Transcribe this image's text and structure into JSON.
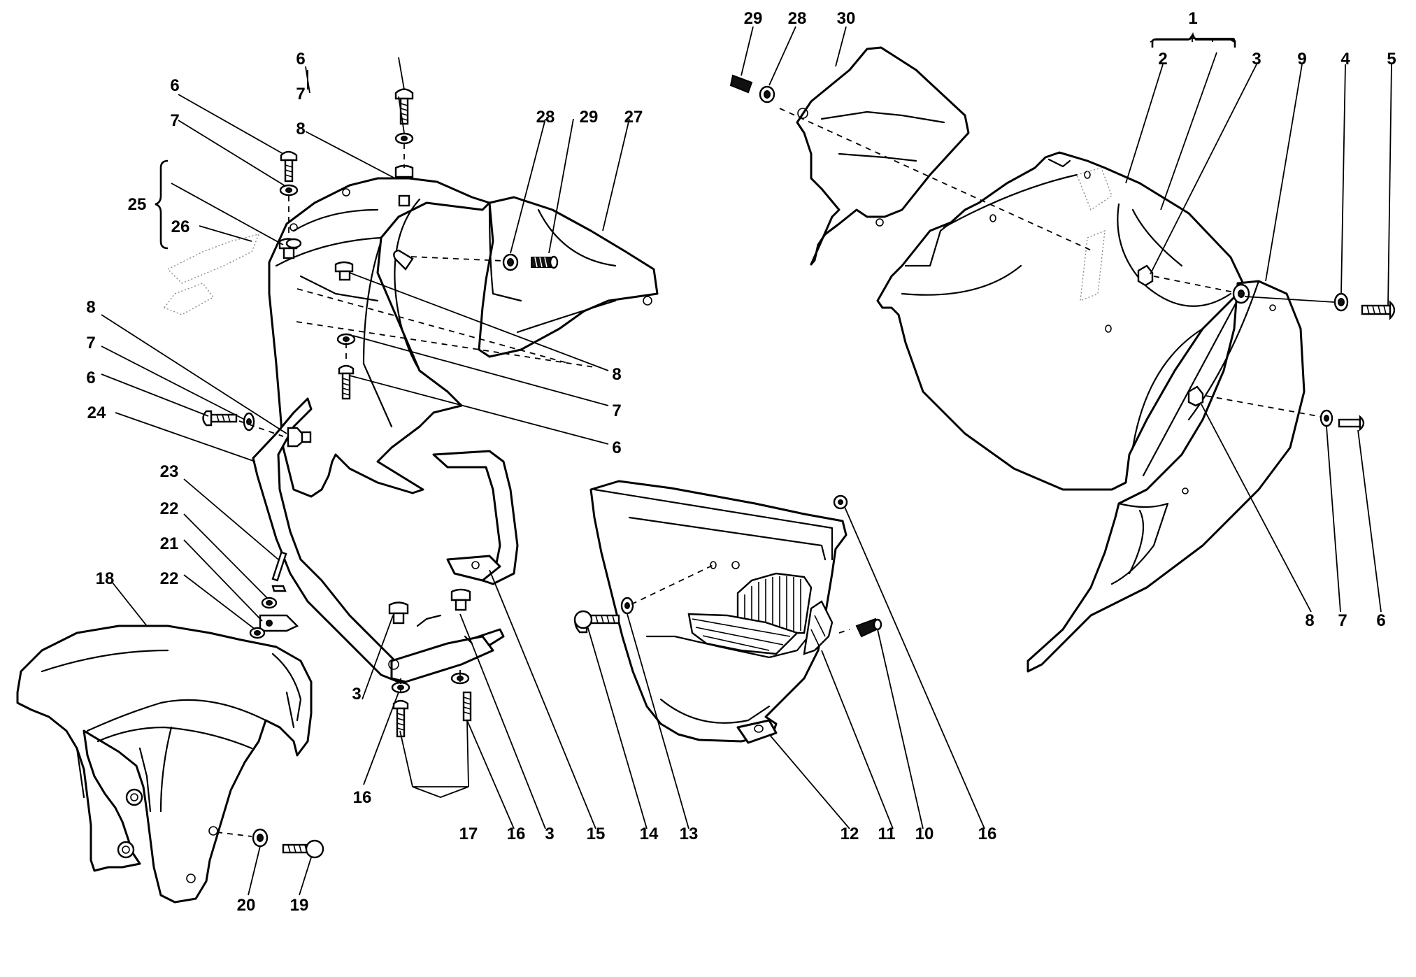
{
  "callouts": [
    {
      "id": "n1",
      "text": "1"
    },
    {
      "id": "n2",
      "text": "2"
    },
    {
      "id": "n3a",
      "text": "3"
    },
    {
      "id": "n9",
      "text": "9"
    },
    {
      "id": "n4",
      "text": "4"
    },
    {
      "id": "n5",
      "text": "5"
    },
    {
      "id": "n29a",
      "text": "29"
    },
    {
      "id": "n28a",
      "text": "28"
    },
    {
      "id": "n30",
      "text": "30"
    },
    {
      "id": "n6a",
      "text": "6"
    },
    {
      "id": "n6b",
      "text": "6"
    },
    {
      "id": "n7a",
      "text": "7"
    },
    {
      "id": "n7b",
      "text": "7"
    },
    {
      "id": "n8a",
      "text": "8"
    },
    {
      "id": "n25",
      "text": "25"
    },
    {
      "id": "n26",
      "text": "26"
    },
    {
      "id": "n28b",
      "text": "28"
    },
    {
      "id": "n29b",
      "text": "29"
    },
    {
      "id": "n27",
      "text": "27"
    },
    {
      "id": "n8b",
      "text": "8"
    },
    {
      "id": "n7c",
      "text": "7"
    },
    {
      "id": "n6c",
      "text": "6"
    },
    {
      "id": "n8c",
      "text": "8"
    },
    {
      "id": "n7d",
      "text": "7"
    },
    {
      "id": "n6d",
      "text": "6"
    },
    {
      "id": "n24",
      "text": "24"
    },
    {
      "id": "n23",
      "text": "23"
    },
    {
      "id": "n22a",
      "text": "22"
    },
    {
      "id": "n21",
      "text": "21"
    },
    {
      "id": "n22b",
      "text": "22"
    },
    {
      "id": "n18",
      "text": "18"
    },
    {
      "id": "n3b",
      "text": "3"
    },
    {
      "id": "n16a",
      "text": "16"
    },
    {
      "id": "n17",
      "text": "17"
    },
    {
      "id": "n16b",
      "text": "16"
    },
    {
      "id": "n3c",
      "text": "3"
    },
    {
      "id": "n15",
      "text": "15"
    },
    {
      "id": "n14",
      "text": "14"
    },
    {
      "id": "n13",
      "text": "13"
    },
    {
      "id": "n12",
      "text": "12"
    },
    {
      "id": "n11",
      "text": "11"
    },
    {
      "id": "n10",
      "text": "10"
    },
    {
      "id": "n16c",
      "text": "16"
    },
    {
      "id": "n8d",
      "text": "8"
    },
    {
      "id": "n7e",
      "text": "7"
    },
    {
      "id": "n6e",
      "text": "6"
    },
    {
      "id": "n20",
      "text": "20"
    },
    {
      "id": "n19",
      "text": "19"
    }
  ],
  "colors": {
    "line": "#000000",
    "paper": "#ffffff",
    "decal": "#8a8a8a"
  }
}
